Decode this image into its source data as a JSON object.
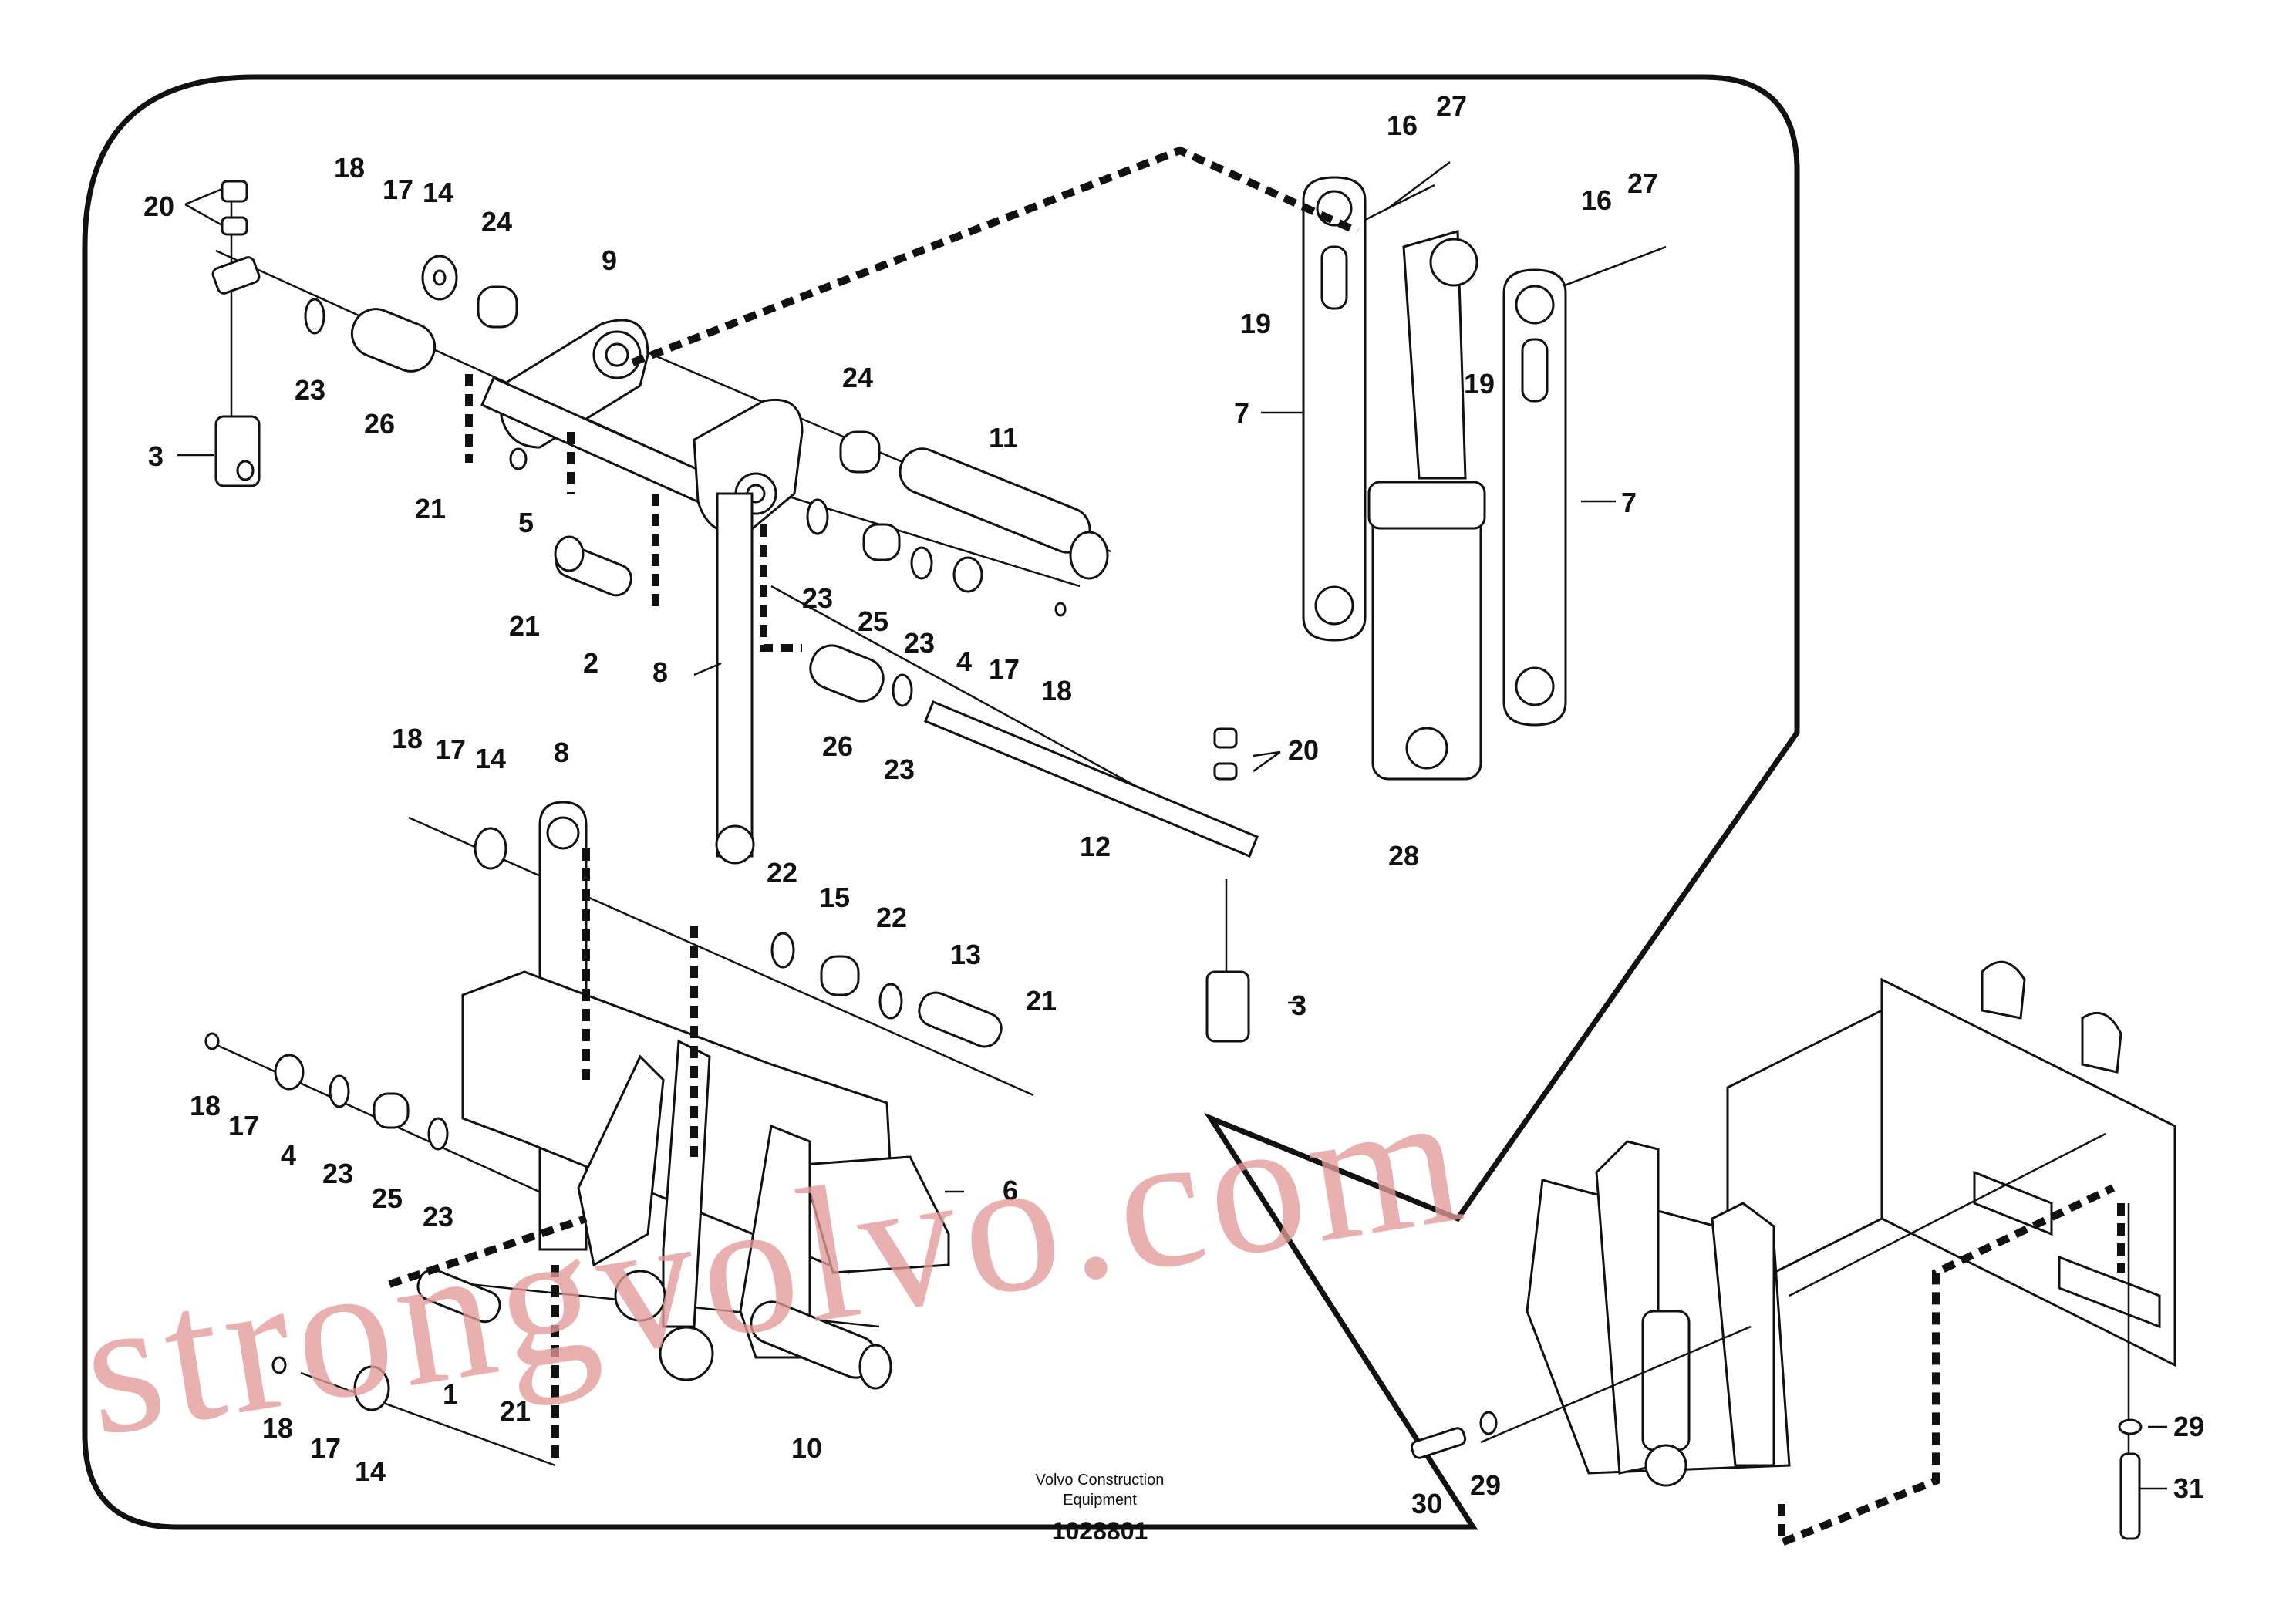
{
  "caption": {
    "line1": "Volvo Construction",
    "line2": "Equipment"
  },
  "drawing_number": "1028801",
  "watermark": "strongvolvo.com",
  "callouts": [
    {
      "id": "c20a",
      "text": "20"
    },
    {
      "id": "c18a",
      "text": "18"
    },
    {
      "id": "c17a",
      "text": "17"
    },
    {
      "id": "c14a",
      "text": "14"
    },
    {
      "id": "c24a",
      "text": "24"
    },
    {
      "id": "c9",
      "text": "9"
    },
    {
      "id": "c23a",
      "text": "23"
    },
    {
      "id": "c26a",
      "text": "26"
    },
    {
      "id": "c3a",
      "text": "3"
    },
    {
      "id": "c21a",
      "text": "21"
    },
    {
      "id": "c5",
      "text": "5"
    },
    {
      "id": "c21b",
      "text": "21"
    },
    {
      "id": "c2",
      "text": "2"
    },
    {
      "id": "c24b",
      "text": "24"
    },
    {
      "id": "c11",
      "text": "11"
    },
    {
      "id": "c23b",
      "text": "23"
    },
    {
      "id": "c25a",
      "text": "25"
    },
    {
      "id": "c23c",
      "text": "23"
    },
    {
      "id": "c4a",
      "text": "4"
    },
    {
      "id": "c17b",
      "text": "17"
    },
    {
      "id": "c18b",
      "text": "18"
    },
    {
      "id": "c8a",
      "text": "8"
    },
    {
      "id": "c26b",
      "text": "26"
    },
    {
      "id": "c23d",
      "text": "23"
    },
    {
      "id": "c12",
      "text": "12"
    },
    {
      "id": "c20b",
      "text": "20"
    },
    {
      "id": "c16a",
      "text": "16"
    },
    {
      "id": "c27a",
      "text": "27"
    },
    {
      "id": "c16b",
      "text": "16"
    },
    {
      "id": "c27b",
      "text": "27"
    },
    {
      "id": "c19a",
      "text": "19"
    },
    {
      "id": "c19b",
      "text": "19"
    },
    {
      "id": "c7a",
      "text": "7"
    },
    {
      "id": "c7b",
      "text": "7"
    },
    {
      "id": "c28",
      "text": "28"
    },
    {
      "id": "c18c",
      "text": "18"
    },
    {
      "id": "c17c",
      "text": "17"
    },
    {
      "id": "c14b",
      "text": "14"
    },
    {
      "id": "c8b",
      "text": "8"
    },
    {
      "id": "c22a",
      "text": "22"
    },
    {
      "id": "c15",
      "text": "15"
    },
    {
      "id": "c22b",
      "text": "22"
    },
    {
      "id": "c13",
      "text": "13"
    },
    {
      "id": "c21c",
      "text": "21"
    },
    {
      "id": "c3b",
      "text": "3"
    },
    {
      "id": "c18d",
      "text": "18"
    },
    {
      "id": "c17d",
      "text": "17"
    },
    {
      "id": "c4b",
      "text": "4"
    },
    {
      "id": "c23e",
      "text": "23"
    },
    {
      "id": "c25b",
      "text": "25"
    },
    {
      "id": "c23f",
      "text": "23"
    },
    {
      "id": "c6",
      "text": "6"
    },
    {
      "id": "c1",
      "text": "1"
    },
    {
      "id": "c21d",
      "text": "21"
    },
    {
      "id": "c18e",
      "text": "18"
    },
    {
      "id": "c17e",
      "text": "17"
    },
    {
      "id": "c14c",
      "text": "14"
    },
    {
      "id": "c10",
      "text": "10"
    },
    {
      "id": "c30",
      "text": "30"
    },
    {
      "id": "c29a",
      "text": "29"
    },
    {
      "id": "c29b",
      "text": "29"
    },
    {
      "id": "c31",
      "text": "31"
    }
  ]
}
